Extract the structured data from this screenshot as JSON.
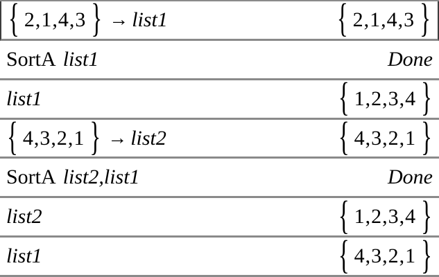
{
  "app": "calculator-history",
  "symbols": {
    "open_brace": "{",
    "close_brace": "}",
    "arrow": "→"
  },
  "colors": {
    "background": "#ffffff",
    "text": "#000000",
    "separator_line": "#8a8a8a",
    "first_row_side_border": "#3d3d3d"
  },
  "rows": [
    {
      "left": {
        "list": "2,1,4,3",
        "var": "list1"
      },
      "right": {
        "list": "2,1,4,3"
      }
    },
    {
      "left": {
        "command": "SortA",
        "args": "list1"
      },
      "right": {
        "result": "Done"
      }
    },
    {
      "left": {
        "var": "list1"
      },
      "right": {
        "list": "1,2,3,4"
      }
    },
    {
      "left": {
        "list": "4,3,2,1",
        "var": "list2"
      },
      "right": {
        "list": "4,3,2,1"
      }
    },
    {
      "left": {
        "command": "SortA",
        "args": "list2,list1"
      },
      "right": {
        "result": "Done"
      }
    },
    {
      "left": {
        "var": "list2"
      },
      "right": {
        "list": "1,2,3,4"
      }
    },
    {
      "left": {
        "var": "list1"
      },
      "right": {
        "list": "4,3,2,1"
      }
    }
  ]
}
